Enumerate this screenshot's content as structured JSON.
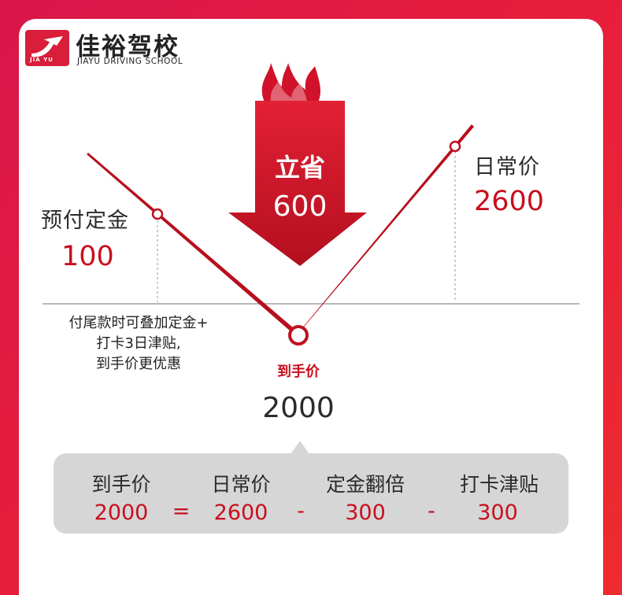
{
  "brand": {
    "name_cn": "佳裕驾校",
    "name_en": "JIAYU DRIVING SCHOOL",
    "logo_text": "JIA YU",
    "accent": "#d81e3a"
  },
  "deposit": {
    "label": "预付定金",
    "value": "100"
  },
  "regular": {
    "label": "日常价",
    "value": "2600"
  },
  "savings": {
    "label": "立省",
    "value": "600"
  },
  "final": {
    "label": "到手价",
    "value": "2000"
  },
  "note": {
    "line1": "付尾款时可叠加定金+",
    "line2": "打卡3日津贴,",
    "line3": "到手价更优惠"
  },
  "formula": {
    "labels": [
      "到手价",
      "日常价",
      "定金翻倍",
      "打卡津贴"
    ],
    "values": [
      "2000",
      "2600",
      "300",
      "300"
    ],
    "operators": [
      "=",
      "-",
      "-"
    ]
  },
  "colors": {
    "red": "#c80f1e",
    "background": "#e61d3c",
    "bubble": "#d6d6d6"
  }
}
